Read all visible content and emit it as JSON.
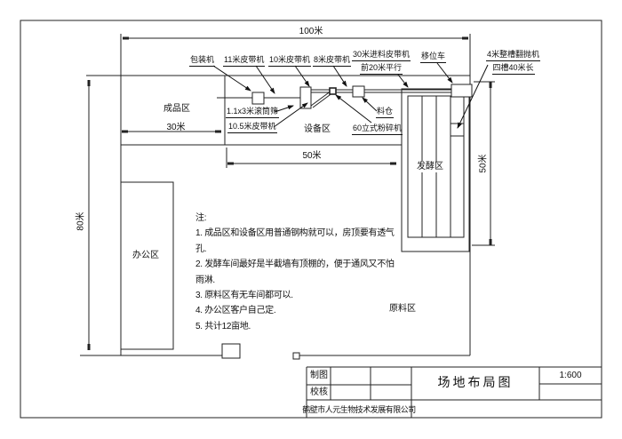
{
  "drawing": {
    "dimensions": {
      "overall_width": "100米",
      "overall_height": "80米",
      "finished_area_width": "30米",
      "equipment_area_width": "50米",
      "fermentation_height": "50米"
    },
    "areas": {
      "finished": "成品区",
      "equipment": "设备区",
      "fermentation": "发酵区",
      "office": "办公区",
      "raw_material": "原料区"
    },
    "equipment": {
      "packing_machine": "包装机",
      "belt_11m": "11米皮带机",
      "belt_10m": "10米皮带机",
      "belt_8m": "8米皮带机",
      "feed_belt_line1": "30米进料皮带机",
      "feed_belt_line2": "前20米平行",
      "shift_cart": "移位车",
      "turner_line1": "4米整槽翻抛机",
      "turner_line2": "四槽40米长",
      "drum_screen": "1.1x3米滚筒筛",
      "belt_10_5m": "10.5米皮带机",
      "hopper": "料仓",
      "crusher": "60立式粉碎机"
    },
    "notes": {
      "heading": "注:",
      "items": [
        "1. 成品区和设备区用普通钢构就可以，房顶要有透气",
        "孔.",
        "2. 发酵车间最好是半截墙有顶棚的，便于通风又不怕",
        "雨淋.",
        "3. 原料区有无车间都可以.",
        "4. 办公区客户自己定.",
        "5. 共计12亩地."
      ]
    },
    "title_block": {
      "drafter_label": "制图",
      "checker_label": "校核",
      "title": "场地布局图",
      "scale": "1:600",
      "company": "鹤壁市人元生物技术发展有限公司"
    }
  }
}
